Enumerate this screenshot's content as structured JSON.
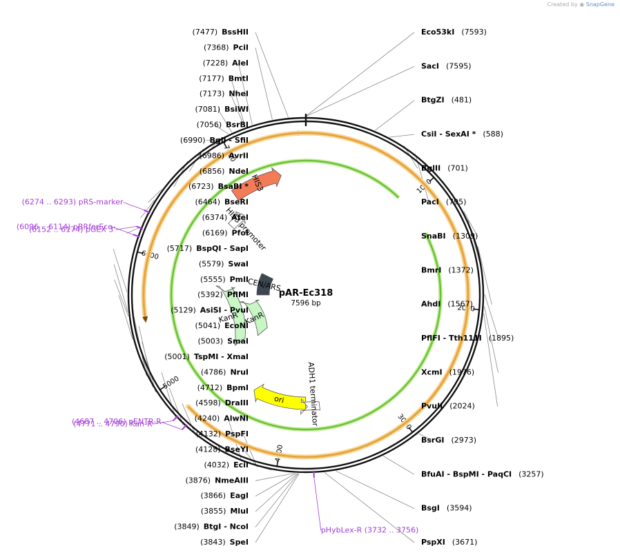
{
  "credit": {
    "prefix": "Created by",
    "brand": "SnapGene"
  },
  "plasmid": {
    "name": "pAR-Ec318",
    "size_label": "7596 bp",
    "length": 7596
  },
  "colors": {
    "primer": "#a23dd6",
    "mcs_tick": "#555555",
    "orf_fill": "#e8a33a",
    "orf_stroke": "#6b4a14",
    "his3": "#f47b57",
    "kanr": "#c8f7c5",
    "cen_ars": "#3d4751",
    "ori": "#ffff00",
    "green_arrow": "#6cbf3a"
  },
  "ruler": [
    {
      "pos": 1000,
      "label": "1000"
    },
    {
      "pos": 2000,
      "label": "2000"
    },
    {
      "pos": 3000,
      "label": "3000"
    },
    {
      "pos": 4000,
      "label": "4000"
    },
    {
      "pos": 5000,
      "label": "5000"
    },
    {
      "pos": 6000,
      "label": "6000"
    },
    {
      "pos": 7000,
      "label": "7000"
    }
  ],
  "features": [
    {
      "id": "his3",
      "label": "HIS3",
      "start": 6850,
      "end": 7350,
      "dir": "cw",
      "kind": "gene",
      "color": "#f47b57"
    },
    {
      "id": "his3-promoter",
      "label": "HIS3 promoter",
      "start": 6600,
      "end": 6800,
      "dir": "cw",
      "kind": "promoter",
      "color": "#ffffff"
    },
    {
      "id": "cen-ars",
      "label": "CEN/ARS",
      "start": 5700,
      "end": 6250,
      "dir": "none",
      "kind": "box",
      "color": "#3d4751"
    },
    {
      "id": "kanr-outer",
      "label": "KanR",
      "start": 4950,
      "end": 5750,
      "dir": "ccw",
      "kind": "gene",
      "color": "#c8f7c5"
    },
    {
      "id": "kanr-inner",
      "label": "KanR",
      "start": 4850,
      "end": 5500,
      "dir": "ccw",
      "kind": "gene",
      "color": "#c8f7c5"
    },
    {
      "id": "ori",
      "label": "ori",
      "start": 3800,
      "end": 4400,
      "dir": "cw",
      "kind": "gene",
      "color": "#ffff00"
    },
    {
      "id": "adh1-terminator",
      "label": "ADH1 terminator",
      "start": 3650,
      "end": 3780,
      "dir": "ccw",
      "kind": "terminator",
      "color": "#ffffff"
    }
  ],
  "orfs": [
    {
      "start": 7050,
      "end": 7550,
      "dir": "cw"
    },
    {
      "start": 880,
      "end": 3070,
      "dir": "cw"
    },
    {
      "start": 4780,
      "end": 5520,
      "dir": "ccw"
    }
  ],
  "green_arrow": {
    "start": 920,
    "end": 1320,
    "dir": "ccw"
  },
  "sites": [
    {
      "name": "Eco53kI",
      "pos": "(7593)",
      "side": "right",
      "anchor": 7593,
      "order": "name-first"
    },
    {
      "name": "SacI",
      "pos": "(7595)",
      "side": "right",
      "anchor": 7595,
      "order": "name-first"
    },
    {
      "name": "BtgZI",
      "pos": "(481)",
      "side": "right",
      "anchor": 481,
      "order": "name-first"
    },
    {
      "name": "CsiI - SexAI *",
      "pos": "(588)",
      "side": "right",
      "anchor": 588,
      "order": "name-first"
    },
    {
      "name": "BglII",
      "pos": "(701)",
      "side": "right",
      "anchor": 701,
      "order": "name-first"
    },
    {
      "name": "PacI",
      "pos": "(795)",
      "side": "right",
      "anchor": 795,
      "order": "name-first"
    },
    {
      "name": "SnaBI",
      "pos": "(1309)",
      "side": "right",
      "anchor": 1309,
      "order": "name-first"
    },
    {
      "name": "BmrI",
      "pos": "(1372)",
      "side": "right",
      "anchor": 1372,
      "order": "name-first"
    },
    {
      "name": "AhdI",
      "pos": "(1567)",
      "side": "right",
      "anchor": 1567,
      "order": "name-first"
    },
    {
      "name": "PflFI - Tth111I",
      "pos": "(1895)",
      "side": "right",
      "anchor": 1895,
      "order": "name-first"
    },
    {
      "name": "XcmI",
      "pos": "(1976)",
      "side": "right",
      "anchor": 1976,
      "order": "name-first"
    },
    {
      "name": "PvuII",
      "pos": "(2024)",
      "side": "right",
      "anchor": 2024,
      "order": "name-first"
    },
    {
      "name": "BsrGI",
      "pos": "(2973)",
      "side": "right",
      "anchor": 2973,
      "order": "name-first"
    },
    {
      "name": "BfuAI - BspMI - PaqCI",
      "pos": "(3257)",
      "side": "right",
      "anchor": 3257,
      "order": "name-first"
    },
    {
      "name": "BsgI",
      "pos": "(3594)",
      "side": "right",
      "anchor": 3594,
      "order": "name-first"
    },
    {
      "name": "PspXI",
      "pos": "(3671)",
      "side": "right",
      "anchor": 3671,
      "order": "name-first"
    },
    {
      "name": "SpeI",
      "pos": "(3843)",
      "side": "left",
      "anchor": 3843,
      "order": "pos-first"
    },
    {
      "name": "BtgI - NcoI",
      "pos": "(3849)",
      "side": "left",
      "anchor": 3849,
      "order": "pos-first"
    },
    {
      "name": "MluI",
      "pos": "(3855)",
      "side": "left",
      "anchor": 3855,
      "order": "pos-first"
    },
    {
      "name": "EagI",
      "pos": "(3866)",
      "side": "left",
      "anchor": 3866,
      "order": "pos-first"
    },
    {
      "name": "NmeAIII",
      "pos": "(3876)",
      "side": "left",
      "anchor": 3876,
      "order": "pos-first"
    },
    {
      "name": "EciI",
      "pos": "(4032)",
      "side": "left",
      "anchor": 4032,
      "order": "pos-first"
    },
    {
      "name": "BseYI",
      "pos": "(4128)",
      "side": "left",
      "anchor": 4128,
      "order": "pos-first"
    },
    {
      "name": "PspFI",
      "pos": "(4132)",
      "side": "left",
      "anchor": 4132,
      "order": "pos-first"
    },
    {
      "name": "AlwNI",
      "pos": "(4240)",
      "side": "left",
      "anchor": 4240,
      "order": "pos-first"
    },
    {
      "name": "DraIII",
      "pos": "(4598)",
      "side": "left",
      "anchor": 4598,
      "order": "pos-first"
    },
    {
      "name": "BpmI",
      "pos": "(4712)",
      "side": "left",
      "anchor": 4712,
      "order": "pos-first"
    },
    {
      "name": "NruI",
      "pos": "(4786)",
      "side": "left",
      "anchor": 4786,
      "order": "pos-first"
    },
    {
      "name": "TspMI - XmaI",
      "pos": "(5001)",
      "side": "left",
      "anchor": 5001,
      "order": "pos-first"
    },
    {
      "name": "SmaI",
      "pos": "(5003)",
      "side": "left",
      "anchor": 5003,
      "order": "pos-first"
    },
    {
      "name": "EcoNI",
      "pos": "(5041)",
      "side": "left",
      "anchor": 5041,
      "order": "pos-first"
    },
    {
      "name": "AsiSI - PvuI",
      "pos": "(5129)",
      "side": "left",
      "anchor": 5129,
      "order": "pos-first"
    },
    {
      "name": "PflMI",
      "pos": "(5392)",
      "side": "left",
      "anchor": 5392,
      "order": "pos-first"
    },
    {
      "name": "PmlI",
      "pos": "(5555)",
      "side": "left",
      "anchor": 5555,
      "order": "pos-first"
    },
    {
      "name": "SwaI",
      "pos": "(5579)",
      "side": "left",
      "anchor": 5579,
      "order": "pos-first"
    },
    {
      "name": "BspQI - SapI",
      "pos": "(5717)",
      "side": "left",
      "anchor": 5717,
      "order": "pos-first"
    },
    {
      "name": "PfoI",
      "pos": "(6169)",
      "side": "left",
      "anchor": 6169,
      "order": "pos-first"
    },
    {
      "name": "AfeI",
      "pos": "(6374)",
      "side": "left",
      "anchor": 6374,
      "order": "pos-first"
    },
    {
      "name": "BseRI",
      "pos": "(6464)",
      "side": "left",
      "anchor": 6464,
      "order": "pos-first"
    },
    {
      "name": "BsaBI *",
      "pos": "(6723)",
      "side": "left",
      "anchor": 6723,
      "order": "pos-first"
    },
    {
      "name": "NdeI",
      "pos": "(6856)",
      "side": "left",
      "anchor": 6856,
      "order": "pos-first"
    },
    {
      "name": "AvrII",
      "pos": "(6986)",
      "side": "left",
      "anchor": 6986,
      "order": "pos-first"
    },
    {
      "name": "BglI - SfiI",
      "pos": "(6990)",
      "side": "left",
      "anchor": 6990,
      "order": "pos-first"
    },
    {
      "name": "BsrBI",
      "pos": "(7056)",
      "side": "left",
      "anchor": 7056,
      "order": "pos-first"
    },
    {
      "name": "BsiWI",
      "pos": "(7081)",
      "side": "left",
      "anchor": 7081,
      "order": "pos-first"
    },
    {
      "name": "NheI",
      "pos": "(7173)",
      "side": "left",
      "anchor": 7173,
      "order": "pos-first"
    },
    {
      "name": "BmtI",
      "pos": "(7177)",
      "side": "left",
      "anchor": 7177,
      "order": "pos-first"
    },
    {
      "name": "AleI",
      "pos": "(7228)",
      "side": "left",
      "anchor": 7228,
      "order": "pos-first"
    },
    {
      "name": "PciI",
      "pos": "(7368)",
      "side": "left",
      "anchor": 7368,
      "order": "pos-first"
    },
    {
      "name": "BssHII",
      "pos": "(7477)",
      "side": "left",
      "anchor": 7477,
      "order": "pos-first"
    }
  ],
  "primers": [
    {
      "label": "(6274 .. 6293)  pRS-marker",
      "anchor": 6283,
      "side": "left"
    },
    {
      "label": "(6152 .. 6174)  pGEX 3'",
      "anchor": 6163,
      "side": "left"
    },
    {
      "label": "(6096 .. 6114)  pBRforEco",
      "anchor": 6105,
      "side": "left"
    },
    {
      "label": "(4771 .. 4790)  Kan-R",
      "anchor": 4780,
      "side": "left"
    },
    {
      "label": "(4687 .. 4706)  pENTR-R",
      "anchor": 4696,
      "side": "left"
    },
    {
      "label": "pHybLex-R   (3732 .. 3756)",
      "anchor": 3744,
      "side": "right"
    }
  ]
}
